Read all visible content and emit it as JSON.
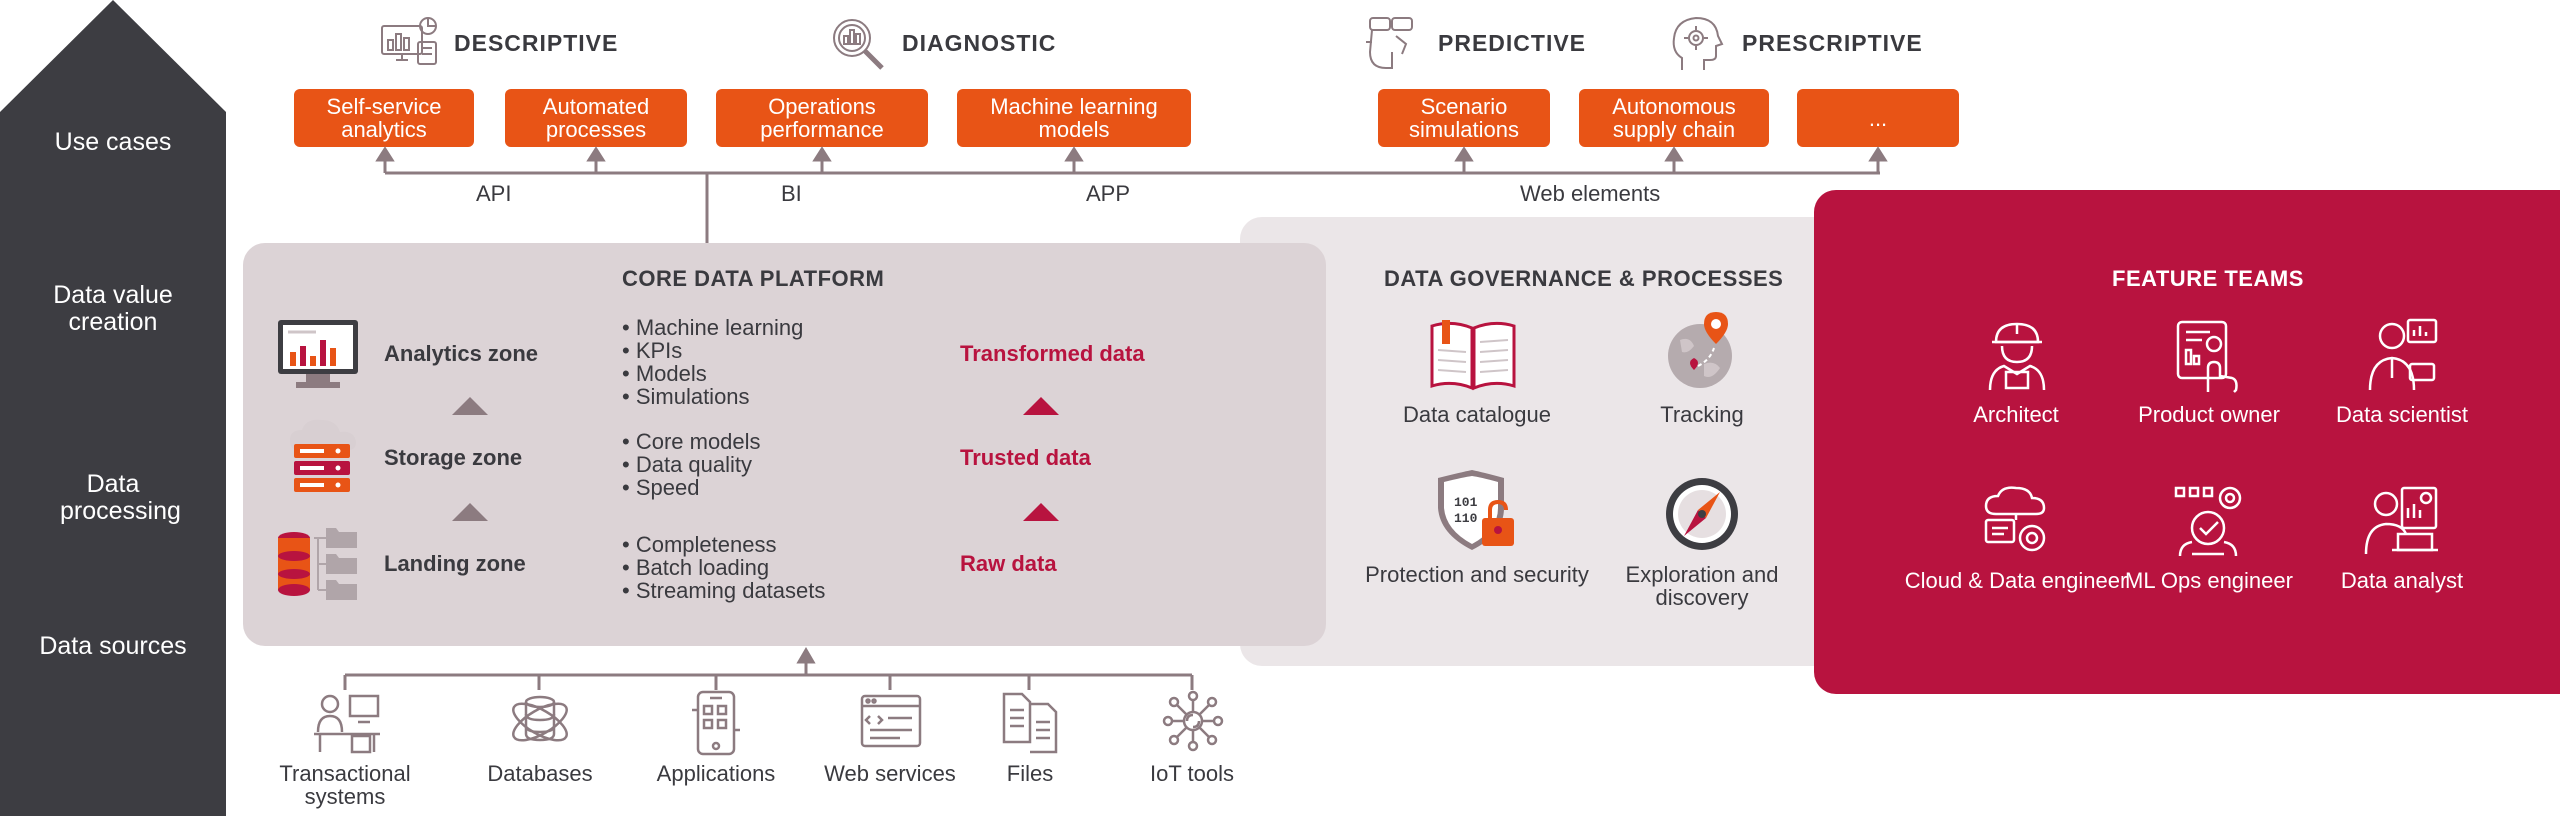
{
  "layers": {
    "use_cases": "Use cases",
    "data_value_creation": "Data value creation",
    "data_processing": "Data processing",
    "data_sources": "Data sources"
  },
  "stages": {
    "descriptive": "DESCRIPTIVE",
    "diagnostic": "DIAGNOSTIC",
    "predictive": "PREDICTIVE",
    "prescriptive": "PRESCRIPTIVE"
  },
  "use_cases": [
    "Self-service analytics",
    "Automated processes",
    "Operations performance",
    "Machine learning models",
    "Scenario simulations",
    "Autonomous supply chain",
    "..."
  ],
  "connectors": {
    "api": "API",
    "bi": "BI",
    "app": "APP",
    "web": "Web elements"
  },
  "core": {
    "title": "CORE DATA PLATFORM",
    "zones": [
      "Analytics zone",
      "Storage zone",
      "Landing zone"
    ],
    "bullets": [
      [
        "Machine learning",
        "KPIs",
        "Models",
        "Simulations"
      ],
      [
        "Core models",
        "Data quality",
        "Speed"
      ],
      [
        "Completeness",
        "Batch loading",
        "Streaming datasets"
      ]
    ],
    "levels": [
      "Transformed data",
      "Trusted data",
      "Raw data"
    ]
  },
  "governance": {
    "title": "DATA GOVERNANCE & PROCESSES",
    "items": [
      "Data catalogue",
      "Tracking",
      "Protection and security",
      "Exploration and discovery"
    ]
  },
  "feature_teams": {
    "title": "FEATURE TEAMS",
    "roles": [
      "Architect",
      "Product owner",
      "Data scientist",
      "Cloud & Data engineer",
      "ML Ops engineer",
      "Data analyst"
    ]
  },
  "sources": [
    "Transactional systems",
    "Databases",
    "Applications",
    "Web services",
    "Files",
    "IoT tools"
  ],
  "colors": {
    "accent_orange": "#e85416",
    "accent_crimson": "#b8133f",
    "dark_column": "#3d3d42",
    "core_panel": "#dcd3d6",
    "governance_panel": "#ebe6e8"
  }
}
